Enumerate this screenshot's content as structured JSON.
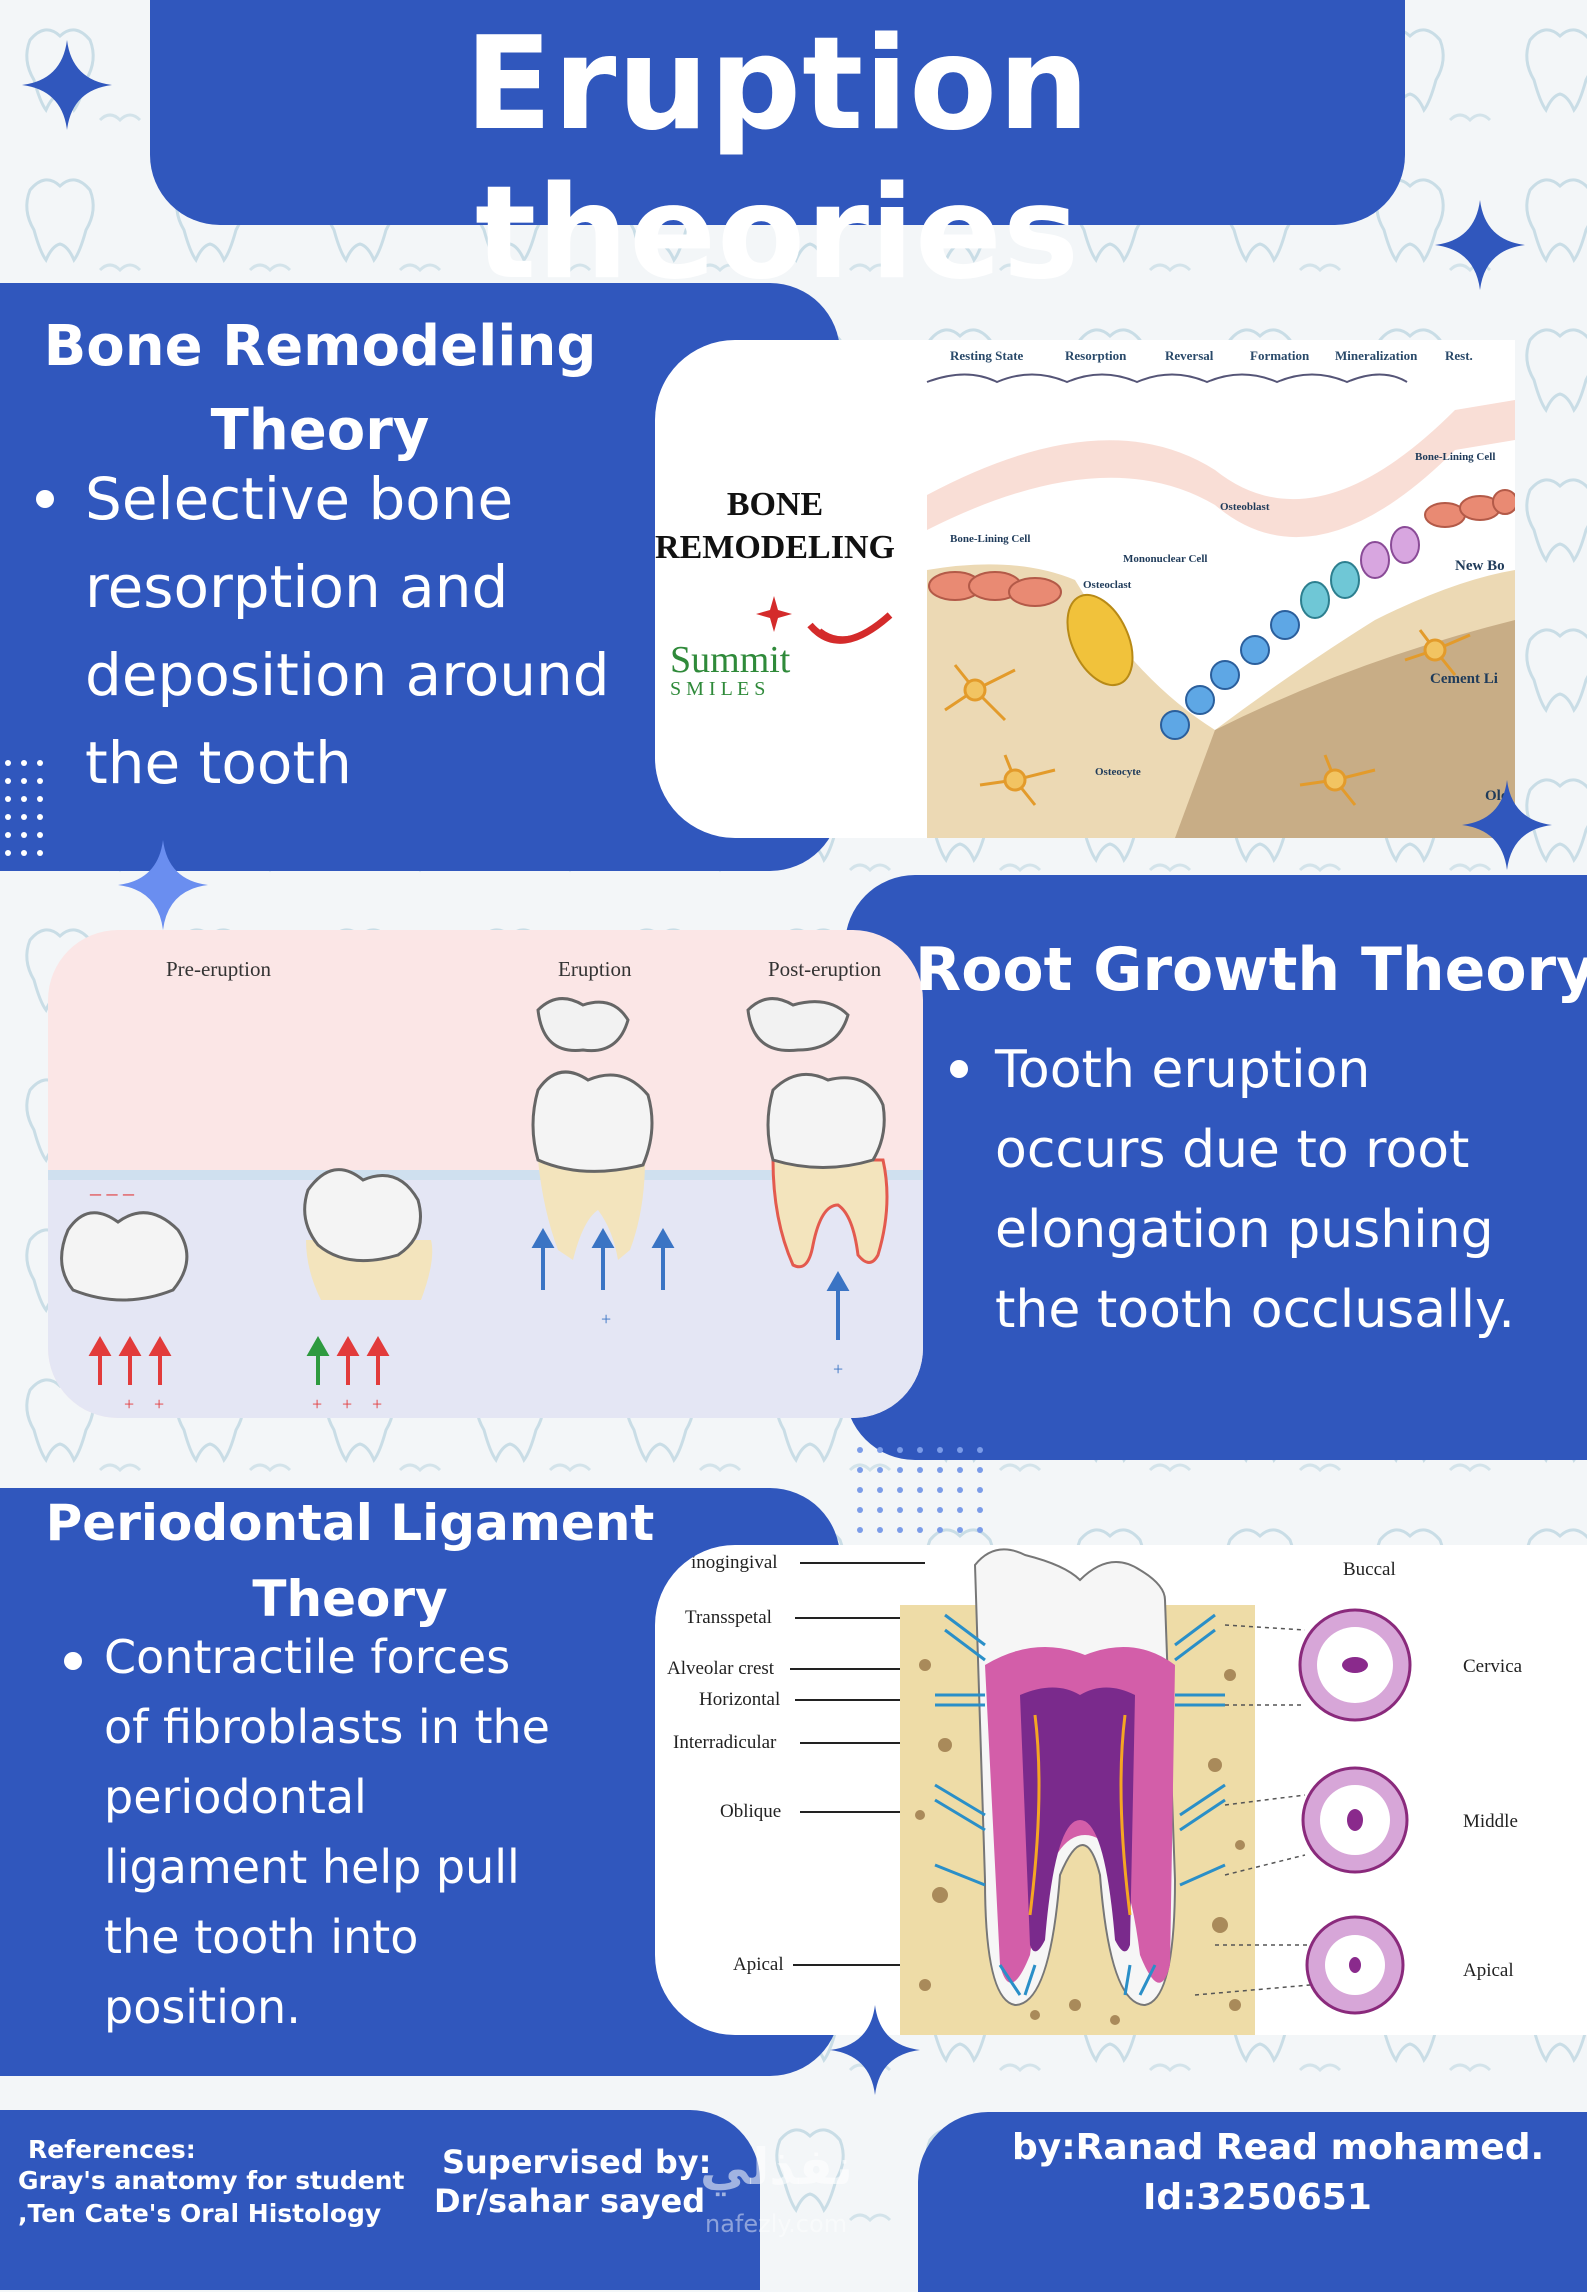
{
  "title": "Eruption theories",
  "bone": {
    "title_line1": "Bone Remodeling",
    "title_line2": "Theory",
    "bullet_lines": [
      "Selective bone",
      "resorption and",
      "deposition around",
      "the tooth"
    ],
    "image": {
      "heading_line1": "BONE",
      "heading_line2": "REMODELING",
      "logo_line1": "Summit",
      "logo_line2": "S M I L E S",
      "stages": [
        "Resting State",
        "Resorption",
        "Reversal",
        "Formation",
        "Mineralization",
        "Rest."
      ],
      "labels": {
        "bone_lining_cell_left": "Bone-Lining Cell",
        "osteoclast": "Osteoclast",
        "mononuclear": "Mononuclear Cell",
        "osteoblast": "Osteoblast",
        "bone_lining_cell_right": "Bone-Lining Cell",
        "new_bone": "New Bo",
        "cement": "Cement Li",
        "osteocyte": "Osteocyte",
        "old": "Old"
      }
    }
  },
  "root": {
    "title": "Root Growth Theory",
    "bullet_lines": [
      "Tooth eruption",
      "occurs due to root",
      "elongation pushing",
      "the tooth occlusally."
    ],
    "image": {
      "pre": "Pre-eruption",
      "eruption": "Eruption",
      "post": "Post-eruption",
      "minus": "– – –",
      "plus": "+"
    }
  },
  "pdl": {
    "title_line1": "Periodontal Ligament",
    "title_line2": "Theory",
    "bullet_lines": [
      "Contractile forces",
      "of fibroblasts in the",
      "periodontal",
      "ligament help pull",
      "the tooth into",
      "position."
    ],
    "image": {
      "fibers": [
        "inogingival",
        "Transspetal",
        "Alveolar crest",
        "Horizontal",
        "Interradicular",
        "Oblique",
        "Apical"
      ],
      "sections": [
        "Buccal",
        "Cervica",
        "Middle",
        "Apical"
      ]
    }
  },
  "footer": {
    "references_title": "References:",
    "references_line1": "Gray's anatomy for student",
    "references_line2": ",Ten Cate's Oral Histology",
    "supervised_title": "Supervised by:",
    "supervisor": "Dr/sahar sayed",
    "author": "by:Ranad Read mohamed.",
    "id": "Id:3250651",
    "watermark_ar": "نفذلي",
    "watermark_en": "nafezly.com"
  },
  "colors": {
    "primary": "#3057bd",
    "background": "#f3f6f8",
    "pattern": "#c9dde6"
  }
}
